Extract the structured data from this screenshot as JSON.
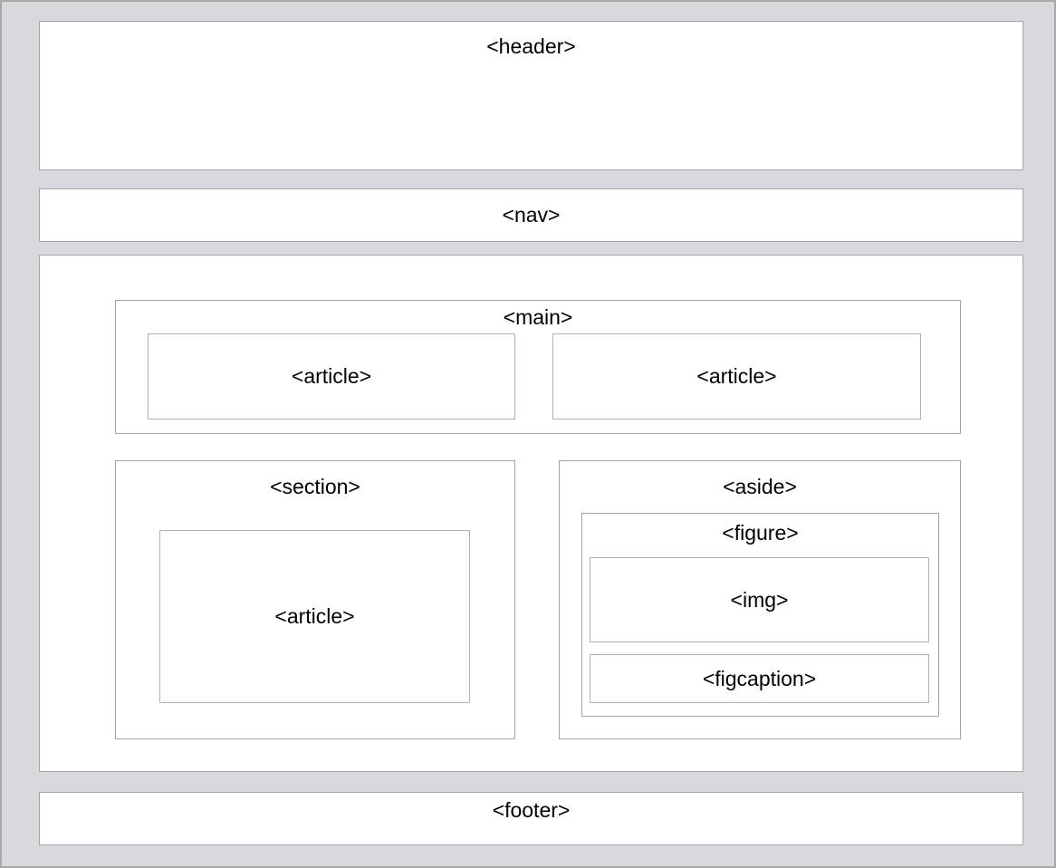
{
  "diagram_type": "html5-semantic-layout",
  "colors": {
    "page_background": "#d9d9dd",
    "frame_border": "#a9a9ac",
    "box_border_outer": "#a4a4a8",
    "box_border_inner": "#b2b2b5",
    "box_background": "#ffffff",
    "text": "#000000"
  },
  "boxes": {
    "header": {
      "label": "<header>"
    },
    "nav": {
      "label": "<nav>"
    },
    "main": {
      "label": "<main>"
    },
    "main_article_left": {
      "label": "<article>"
    },
    "main_article_right": {
      "label": "<article>"
    },
    "section": {
      "label": "<section>"
    },
    "section_article": {
      "label": "<article>"
    },
    "aside": {
      "label": "<aside>"
    },
    "figure": {
      "label": "<figure>"
    },
    "img": {
      "label": "<img>"
    },
    "figcaption": {
      "label": "<figcaption>"
    },
    "footer": {
      "label": "<footer>"
    }
  }
}
